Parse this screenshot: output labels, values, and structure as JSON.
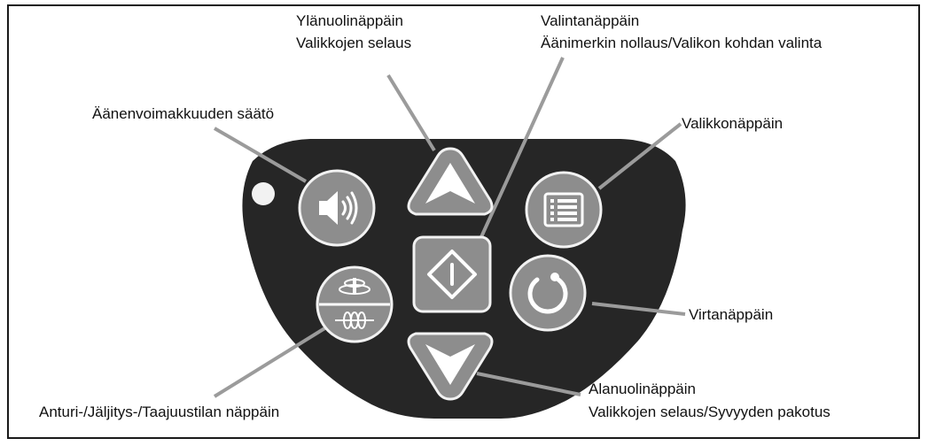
{
  "labels": {
    "up_key": [
      "Ylänuolinäppäin",
      "Valikkojen selaus"
    ],
    "select_key": [
      "Valintanäppäin",
      "Äänimerkin nollaus/Valikon kohdan valinta"
    ],
    "volume": [
      "Äänenvoimakkuuden säätö"
    ],
    "menu_key": [
      "Valikkonäppäin"
    ],
    "power_key": [
      "Virtanäppäin"
    ],
    "down_key": [
      "Alanuolinäppäin",
      "Valikkojen selaus/Syvyyden pakotus"
    ],
    "mode_key": [
      "Anturi-/Jäljitys-/Taajuustilan näppäin"
    ]
  },
  "colors": {
    "panel": "#262626",
    "button_face": "#8d8d8d",
    "button_ring": "#f2f2f2",
    "leader": "#9b9b9b",
    "text": "#111111"
  },
  "icons": {
    "volume": "speaker-icon",
    "up": "up-arrow-icon",
    "menu": "menu-list-icon",
    "select": "select-diamond-icon",
    "power": "power-icon",
    "mode": "sonde-line-mode-icon",
    "down": "down-arrow-icon"
  }
}
